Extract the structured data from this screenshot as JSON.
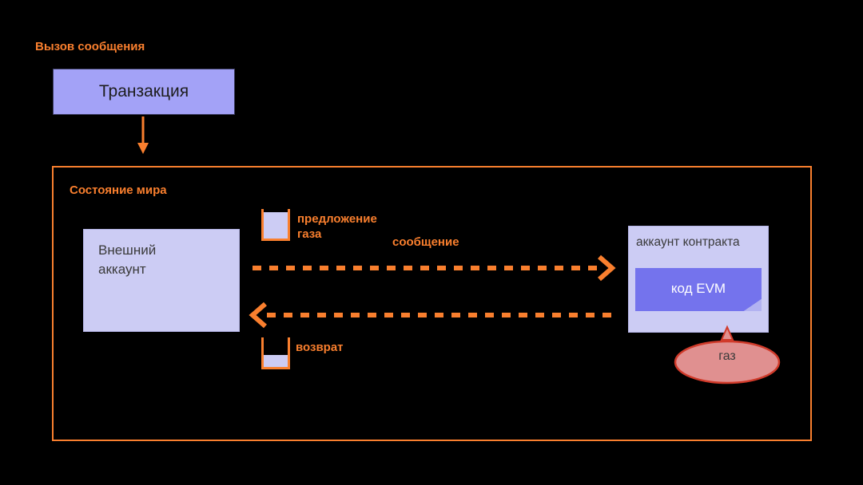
{
  "diagram": {
    "title": "Вызов сообщения",
    "background_color": "#000000",
    "accent_color": "#f97f2e"
  },
  "call_section": {
    "heading": "Вызов сообщения",
    "transaction_box": {
      "label": "Транзакция",
      "fill": "#a3a2f7"
    },
    "arrow_down": "arrow-down-icon"
  },
  "world_state": {
    "heading": "Состояние мира",
    "border_color": "#f97f2e",
    "external_account": {
      "label": "Внешний\nаккаунт",
      "fill": "#ccccf4"
    },
    "contract_account": {
      "label": "аккаунт контракта",
      "fill": "#ccccf4",
      "evm_code": {
        "label": "код EVM",
        "fill": "#7473ed"
      },
      "gas_cloud": {
        "label": "газ",
        "fill": "#e09090",
        "border": "#d03a2a"
      }
    },
    "flows": [
      {
        "name": "gas-offer",
        "cup_label": "предложение\nгаза",
        "cup_fill_level": "full",
        "arrow_label": "сообщение",
        "direction": "right"
      },
      {
        "name": "refund",
        "cup_label": "возврат",
        "cup_fill_level": "partial",
        "arrow_label": "",
        "direction": "left"
      }
    ]
  }
}
